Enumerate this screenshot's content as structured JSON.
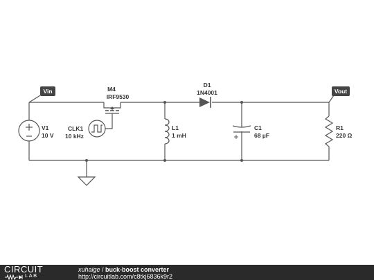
{
  "circuit": {
    "nodes": {
      "vin": "Vin",
      "vout": "Vout"
    },
    "components": {
      "v1": {
        "name": "V1",
        "value": "10 V"
      },
      "clk1": {
        "name": "CLK1",
        "value": "10 kHz"
      },
      "m4": {
        "name": "M4",
        "value": "IRF9530"
      },
      "l1": {
        "name": "L1",
        "value": "1 mH"
      },
      "d1": {
        "name": "D1",
        "value": "1N4001"
      },
      "c1": {
        "name": "C1",
        "value": "68 µF"
      },
      "r1": {
        "name": "R1",
        "value": "220 Ω"
      }
    },
    "colors": {
      "wire": "#555555",
      "label_tag": "#444444",
      "text": "#333333"
    }
  },
  "footer": {
    "logo_top": "CIRCUIT",
    "logo_bottom": "LAB",
    "author": "xuhaige",
    "separator": " / ",
    "title": "buck-boost converter",
    "url": "http://circuitlab.com/c8tkj6836k9r2",
    "background": "#2a2a2a"
  }
}
